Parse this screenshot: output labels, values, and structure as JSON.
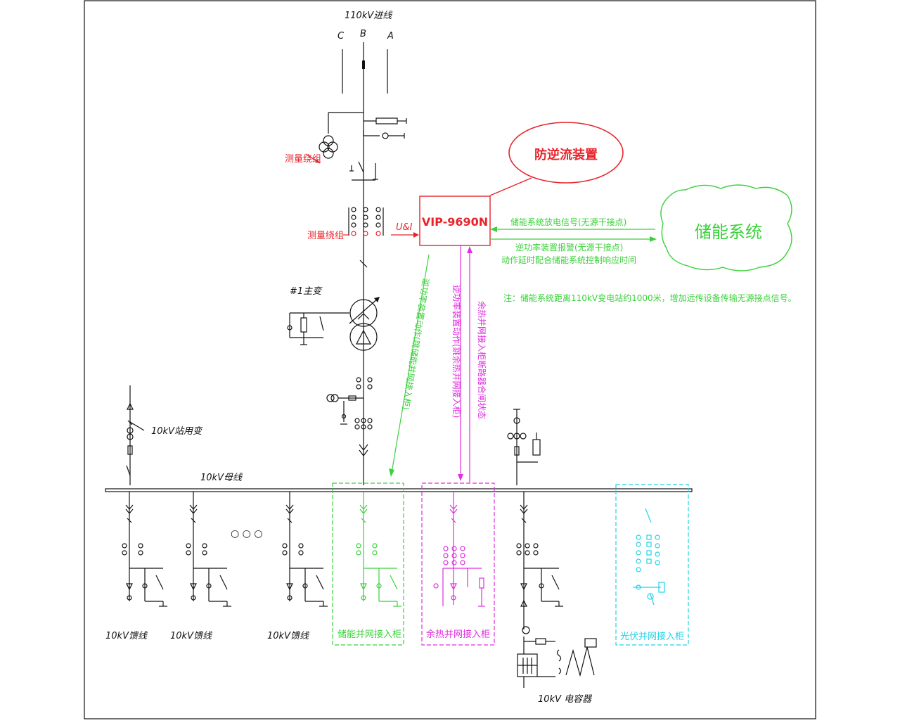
{
  "labels": {
    "incoming_line": "110kV进线",
    "phase_c": "C",
    "phase_b": "B",
    "phase_a": "A",
    "measure_winding_1": "测量绕组",
    "measure_winding_2": "测量绕组",
    "ui_signal": "U&I",
    "main_transformer": "#1主变",
    "station_transformer": "10kV站用变",
    "bus": "10kV母线",
    "ellipsis": "○ ○ ○",
    "feeder_1": "10kV馈线",
    "feeder_2": "10kV馈线",
    "feeder_3": "10kV馈线",
    "storage_cabinet": "储能并网接入柜",
    "waste_heat_cabinet": "余热并网接入柜",
    "pv_cabinet": "光伏并网接入柜",
    "capacitor": "10kV  电容器"
  },
  "device": {
    "callout": "防逆流装置",
    "model": "VIP-9690N"
  },
  "storage_system": {
    "name": "储能系统"
  },
  "signals": {
    "discharge": "储能系统放电信号(无源干接点)",
    "alarm": "逆功率装置报警(无源干接点)",
    "delay": "动作延时配合储能系统控制响应时间",
    "note": "注：储能系统距离110kV变电站约1000米，增加远传设备传输无源接点信号。",
    "storage_trip": "逆功率装置动作(跳储能并网接入柜)",
    "waste_trip": "逆功率装置动作(跳余热并网接入柜)",
    "waste_status": "余热并网接入柜断路器合闸状态"
  },
  "colors": {
    "line": "#111111",
    "red": "#e8242b",
    "green": "#3ad13a",
    "magenta": "#e02ee0",
    "cyan": "#22d3e6"
  }
}
